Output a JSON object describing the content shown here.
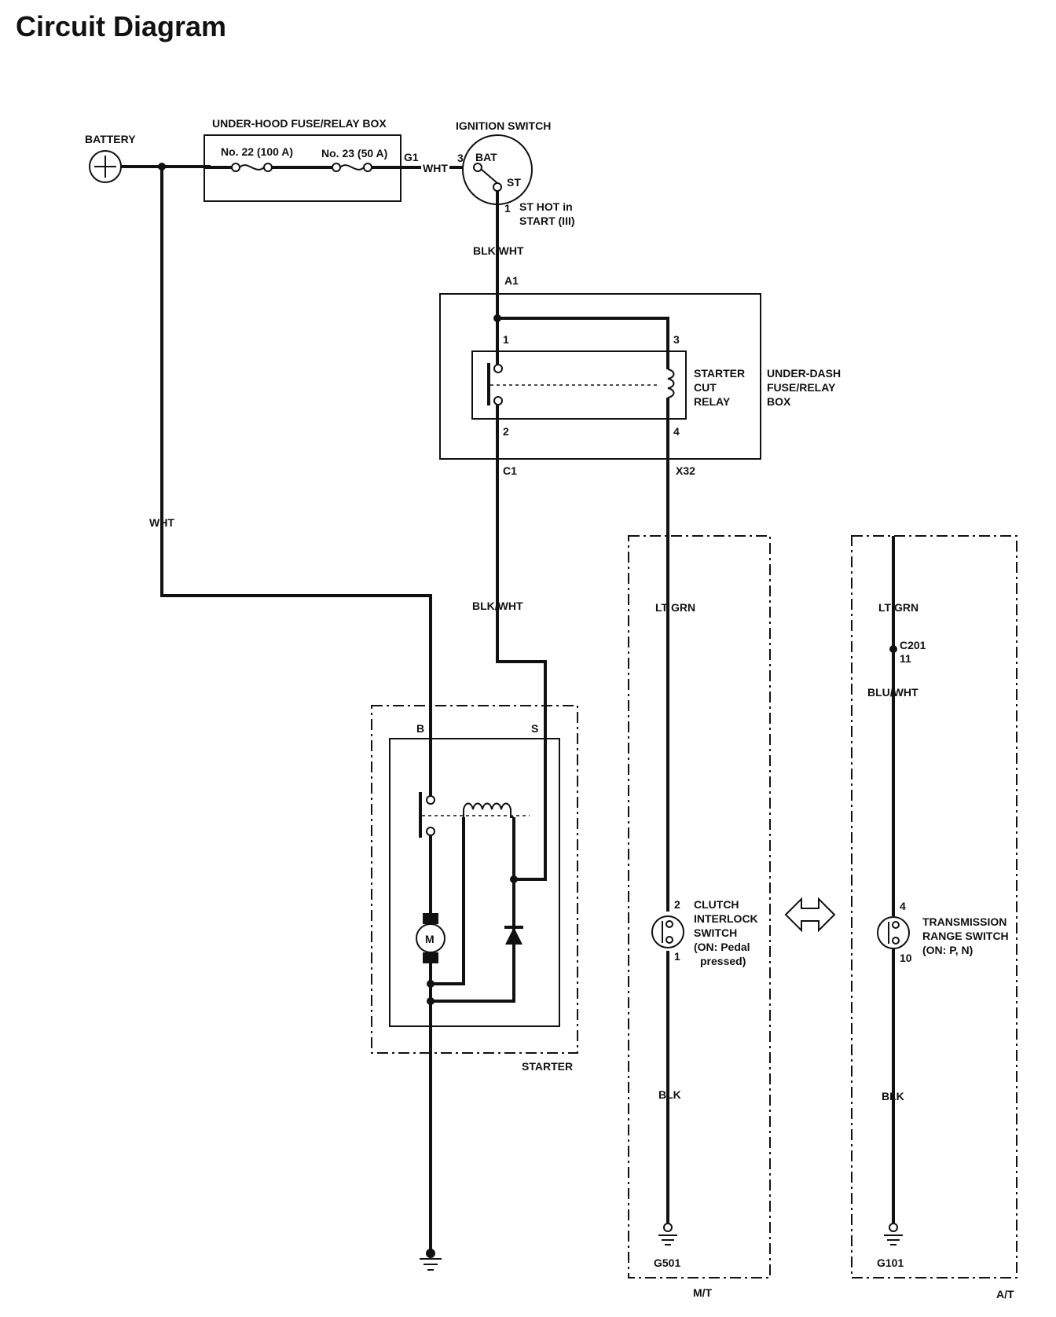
{
  "title": "Circuit Diagram",
  "labels": {
    "battery": "BATTERY",
    "underhood_box": "UNDER-HOOD FUSE/RELAY BOX",
    "fuse22": "No. 22 (100 A)",
    "fuse23": "No. 23 (50 A)",
    "g1": "G1",
    "wht_top": "WHT",
    "ignition_switch": "IGNITION SWITCH",
    "pin3": "3",
    "bat": "BAT",
    "st": "ST",
    "pin1_ign": "1",
    "st_hot_1": "ST HOT in",
    "st_hot_2": "START (III)",
    "blk_wht_1": "BLK/WHT",
    "a1": "A1",
    "relay_pin1": "1",
    "relay_pin3": "3",
    "relay_pin2": "2",
    "relay_pin4": "4",
    "relay_name_1": "STARTER",
    "relay_name_2": "CUT",
    "relay_name_3": "RELAY",
    "underdash_1": "UNDER-DASH",
    "underdash_2": "FUSE/RELAY",
    "underdash_3": "BOX",
    "c1": "C1",
    "x32": "X32",
    "wht_left": "WHT",
    "blk_wht_2": "BLK/WHT",
    "lt_grn_mt": "LT GRN",
    "lt_grn_at": "LT GRN",
    "c201": "C201",
    "c201_pin": "11",
    "blu_wht": "BLU/WHT",
    "starter_b": "B",
    "starter_s": "S",
    "motor": "M",
    "starter": "STARTER",
    "clutch_pin2": "2",
    "clutch_pin1": "1",
    "clutch_1": "CLUTCH",
    "clutch_2": "INTERLOCK",
    "clutch_3": "SWITCH",
    "clutch_4": "(ON: Pedal",
    "clutch_5": "pressed)",
    "trans_pin4": "4",
    "trans_pin10": "10",
    "trans_1": "TRANSMISSION",
    "trans_2": "RANGE SWITCH",
    "trans_3": "(ON: P, N)",
    "blk_mt": "BLK",
    "blk_at": "BLK",
    "g501": "G501",
    "g101": "G101",
    "mt": "M/T",
    "at": "A/T"
  }
}
